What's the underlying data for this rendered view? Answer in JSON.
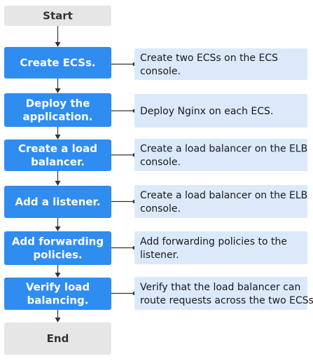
{
  "diagram": {
    "start": "Start",
    "end": "End",
    "steps": [
      {
        "label": [
          "Create ECSs."
        ],
        "description": [
          "Create two ECSs on the ECS",
          "console."
        ]
      },
      {
        "label": [
          "Deploy the",
          "application."
        ],
        "description": [
          "Deploy Nginx on each ECS."
        ]
      },
      {
        "label": [
          "Create a load",
          "balancer."
        ],
        "description": [
          "Create a load balancer on the ELB",
          "console."
        ]
      },
      {
        "label": [
          "Add a listener."
        ],
        "description": [
          "Create a load balancer on the ELB",
          "console."
        ]
      },
      {
        "label": [
          "Add forwarding",
          "policies."
        ],
        "description": [
          "Add forwarding policies to the",
          "listener."
        ]
      },
      {
        "label": [
          "Verify load",
          "balancing."
        ],
        "description": [
          "Verify that the load balancer can",
          "route requests across the two ECSs."
        ]
      }
    ],
    "colors": {
      "step_fill": "#2f8cf0",
      "terminal_fill": "#e6e6e6",
      "description_fill": "#dbe9fb",
      "connector": "#333333"
    }
  }
}
